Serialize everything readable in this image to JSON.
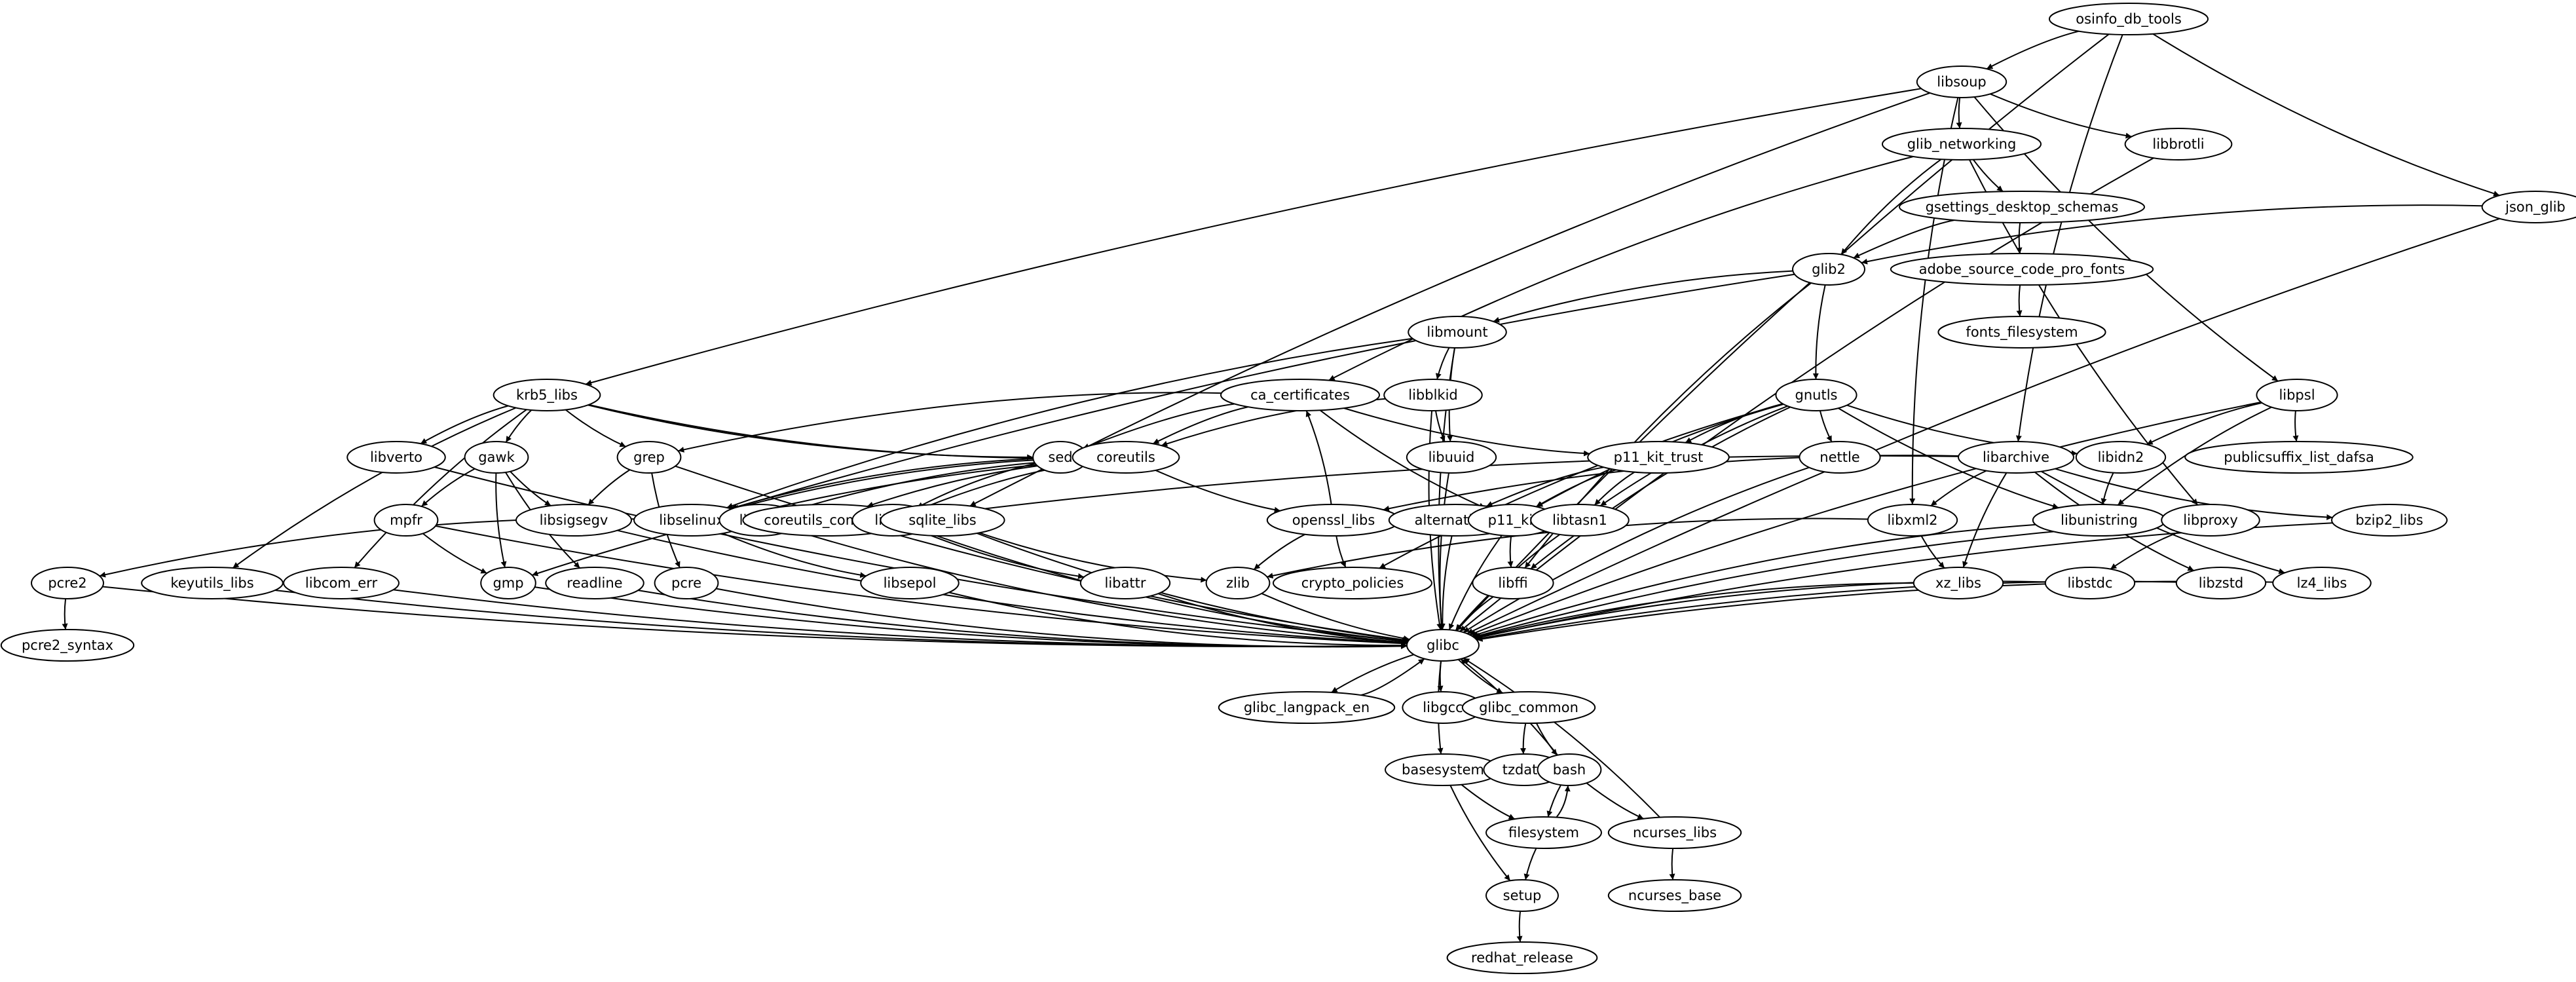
{
  "diagram": {
    "type": "dependency-graph",
    "direction": "top-to-bottom",
    "nodes": [
      "osinfo_db_tools",
      "libsoup",
      "glib_networking",
      "libbrotli",
      "gsettings_desktop_schemas",
      "json_glib",
      "glib2",
      "adobe_source_code_pro_fonts",
      "fonts_filesystem",
      "libmount",
      "krb5_libs",
      "ca_certificates",
      "libblkid",
      "gnutls",
      "libpsl",
      "libverto",
      "gawk",
      "grep",
      "sed",
      "coreutils",
      "libuuid",
      "p11_kit_trust",
      "nettle",
      "libarchive",
      "libidn2",
      "publicsuffix_list_dafsa",
      "mpfr",
      "libsigsegv",
      "libselinux",
      "libcap",
      "coreutils_common",
      "libacl",
      "sqlite_libs",
      "openssl_libs",
      "alternatives",
      "p11_kit",
      "libtasn1",
      "libxml2",
      "libunistring",
      "libproxy",
      "bzip2_libs",
      "pcre2",
      "keyutils_libs",
      "libcom_err",
      "gmp",
      "readline",
      "pcre",
      "libsepol",
      "libattr",
      "zlib",
      "crypto_policies",
      "libffi",
      "xz_libs",
      "libstdc",
      "libzstd",
      "lz4_libs",
      "pcre2_syntax",
      "glibc",
      "glibc_langpack_en",
      "libgcc",
      "glibc_common",
      "basesystem",
      "tzdata",
      "bash",
      "filesystem",
      "ncurses_libs",
      "setup",
      "ncurses_base",
      "redhat_release"
    ],
    "edges": [
      [
        "osinfo_db_tools",
        "libsoup"
      ],
      [
        "osinfo_db_tools",
        "json_glib"
      ],
      [
        "osinfo_db_tools",
        "libarchive"
      ],
      [
        "osinfo_db_tools",
        "glibc"
      ],
      [
        "libsoup",
        "glib_networking"
      ],
      [
        "libsoup",
        "libbrotli"
      ],
      [
        "libsoup",
        "krb5_libs"
      ],
      [
        "libsoup",
        "sqlite_libs"
      ],
      [
        "libsoup",
        "libxml2"
      ],
      [
        "libsoup",
        "libpsl"
      ],
      [
        "glib_networking",
        "gsettings_desktop_schemas"
      ],
      [
        "glib_networking",
        "glib2"
      ],
      [
        "glib_networking",
        "ca_certificates"
      ],
      [
        "glib_networking",
        "libproxy"
      ],
      [
        "gsettings_desktop_schemas",
        "glib2"
      ],
      [
        "gsettings_desktop_schemas",
        "adobe_source_code_pro_fonts"
      ],
      [
        "adobe_source_code_pro_fonts",
        "fonts_filesystem"
      ],
      [
        "json_glib",
        "glib2"
      ],
      [
        "json_glib",
        "glibc"
      ],
      [
        "libbrotli",
        "glibc"
      ],
      [
        "glib2",
        "libmount"
      ],
      [
        "glib2",
        "gnutls"
      ],
      [
        "glib2",
        "libffi"
      ],
      [
        "glib2",
        "libselinux"
      ],
      [
        "libmount",
        "libblkid"
      ],
      [
        "libmount",
        "libuuid"
      ],
      [
        "libmount",
        "libselinux"
      ],
      [
        "libmount",
        "glibc"
      ],
      [
        "libblkid",
        "libuuid"
      ],
      [
        "libblkid",
        "coreutils"
      ],
      [
        "libblkid",
        "glibc"
      ],
      [
        "libuuid",
        "glibc"
      ],
      [
        "krb5_libs",
        "libverto"
      ],
      [
        "krb5_libs",
        "gawk"
      ],
      [
        "krb5_libs",
        "grep"
      ],
      [
        "krb5_libs",
        "sed"
      ],
      [
        "krb5_libs",
        "coreutils"
      ],
      [
        "krb5_libs",
        "keyutils_libs"
      ],
      [
        "krb5_libs",
        "libcom_err"
      ],
      [
        "ca_certificates",
        "grep"
      ],
      [
        "ca_certificates",
        "sed"
      ],
      [
        "ca_certificates",
        "coreutils"
      ],
      [
        "ca_certificates",
        "p11_kit_trust"
      ],
      [
        "ca_certificates",
        "p11_kit"
      ],
      [
        "gnutls",
        "p11_kit_trust"
      ],
      [
        "gnutls",
        "p11_kit"
      ],
      [
        "gnutls",
        "nettle"
      ],
      [
        "gnutls",
        "libtasn1"
      ],
      [
        "gnutls",
        "libidn2"
      ],
      [
        "gnutls",
        "libunistring"
      ],
      [
        "gnutls",
        "crypto_policies"
      ],
      [
        "gnutls",
        "libffi"
      ],
      [
        "libpsl",
        "libidn2"
      ],
      [
        "libpsl",
        "publicsuffix_list_dafsa"
      ],
      [
        "libpsl",
        "libunistring"
      ],
      [
        "libpsl",
        "glibc"
      ],
      [
        "libverto",
        "glibc"
      ],
      [
        "gawk",
        "mpfr"
      ],
      [
        "gawk",
        "libsigsegv"
      ],
      [
        "gawk",
        "gmp"
      ],
      [
        "gawk",
        "readline"
      ],
      [
        "grep",
        "libsigsegv"
      ],
      [
        "grep",
        "pcre"
      ],
      [
        "grep",
        "glibc"
      ],
      [
        "sed",
        "libselinux"
      ],
      [
        "sed",
        "libacl"
      ],
      [
        "coreutils",
        "libselinux"
      ],
      [
        "coreutils",
        "libcap"
      ],
      [
        "coreutils",
        "coreutils_common"
      ],
      [
        "coreutils",
        "libacl"
      ],
      [
        "coreutils",
        "openssl_libs"
      ],
      [
        "coreutils",
        "gmp"
      ],
      [
        "p11_kit_trust",
        "alternatives"
      ],
      [
        "p11_kit_trust",
        "p11_kit"
      ],
      [
        "p11_kit_trust",
        "libtasn1"
      ],
      [
        "nettle",
        "glibc"
      ],
      [
        "libarchive",
        "libxml2"
      ],
      [
        "libarchive",
        "xz_libs"
      ],
      [
        "libarchive",
        "bzip2_libs"
      ],
      [
        "libarchive",
        "libzstd"
      ],
      [
        "libarchive",
        "lz4_libs"
      ],
      [
        "libarchive",
        "libacl"
      ],
      [
        "libarchive",
        "openssl_libs"
      ],
      [
        "libidn2",
        "libunistring"
      ],
      [
        "mpfr",
        "gmp"
      ],
      [
        "mpfr",
        "glibc"
      ],
      [
        "libsigsegv",
        "glibc"
      ],
      [
        "libselinux",
        "pcre2"
      ],
      [
        "libselinux",
        "libsepol"
      ],
      [
        "libcap",
        "glibc"
      ],
      [
        "libacl",
        "libattr"
      ],
      [
        "libacl",
        "glibc"
      ],
      [
        "sqlite_libs",
        "zlib"
      ],
      [
        "sqlite_libs",
        "glibc"
      ],
      [
        "openssl_libs",
        "zlib"
      ],
      [
        "openssl_libs",
        "crypto_policies"
      ],
      [
        "openssl_libs",
        "ca_certificates"
      ],
      [
        "alternatives",
        "glibc"
      ],
      [
        "p11_kit",
        "libffi"
      ],
      [
        "p11_kit",
        "glibc"
      ],
      [
        "libtasn1",
        "glibc"
      ],
      [
        "libxml2",
        "xz_libs"
      ],
      [
        "libxml2",
        "zlib"
      ],
      [
        "libunistring",
        "glibc"
      ],
      [
        "libproxy",
        "libstdc"
      ],
      [
        "libproxy",
        "glibc"
      ],
      [
        "bzip2_libs",
        "glibc"
      ],
      [
        "pcre2",
        "pcre2_syntax"
      ],
      [
        "pcre2",
        "glibc"
      ],
      [
        "keyutils_libs",
        "glibc"
      ],
      [
        "libcom_err",
        "glibc"
      ],
      [
        "gmp",
        "glibc"
      ],
      [
        "readline",
        "glibc"
      ],
      [
        "pcre",
        "glibc"
      ],
      [
        "libsepol",
        "glibc"
      ],
      [
        "libattr",
        "glibc"
      ],
      [
        "zlib",
        "glibc"
      ],
      [
        "libffi",
        "glibc"
      ],
      [
        "xz_libs",
        "glibc"
      ],
      [
        "libstdc",
        "glibc"
      ],
      [
        "libzstd",
        "glibc"
      ],
      [
        "lz4_libs",
        "glibc"
      ],
      [
        "glibc",
        "glibc_langpack_en"
      ],
      [
        "glibc_langpack_en",
        "glibc"
      ],
      [
        "glibc",
        "libgcc"
      ],
      [
        "glibc",
        "glibc_common"
      ],
      [
        "glibc",
        "basesystem"
      ],
      [
        "glibc_common",
        "tzdata"
      ],
      [
        "glibc_common",
        "bash"
      ],
      [
        "bash",
        "glibc"
      ],
      [
        "bash",
        "filesystem"
      ],
      [
        "filesystem",
        "bash"
      ],
      [
        "bash",
        "ncurses_libs"
      ],
      [
        "ncurses_libs",
        "glibc"
      ],
      [
        "ncurses_libs",
        "ncurses_base"
      ],
      [
        "basesystem",
        "filesystem"
      ],
      [
        "basesystem",
        "setup"
      ],
      [
        "filesystem",
        "setup"
      ],
      [
        "setup",
        "redhat_release"
      ]
    ]
  }
}
